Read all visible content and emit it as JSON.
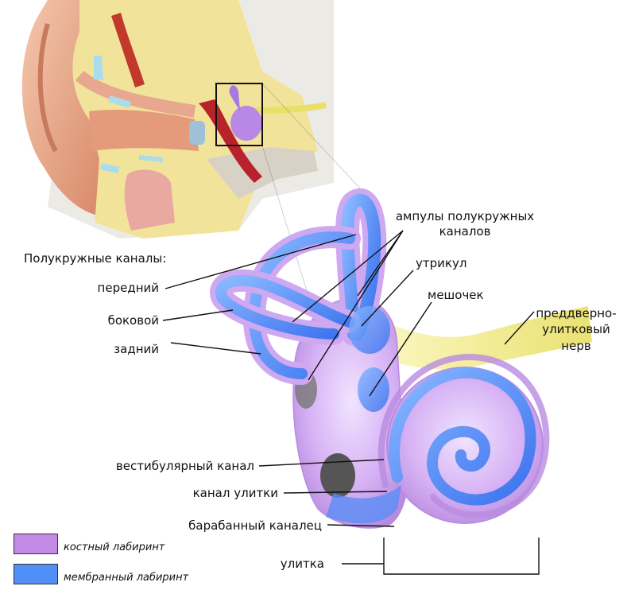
{
  "labels": {
    "group_title": "Полукружные каналы:",
    "anterior": "передний",
    "lateral": "боковой",
    "posterior": "задний",
    "ampullae_line1": "ампулы полукружных",
    "ampullae_line2": "каналов",
    "utricle": "утрикул",
    "saccule": "мешочек",
    "nerve_line1": "преддверно-",
    "nerve_line2": "улитковый",
    "nerve_line3": "нерв",
    "vestibular_canal": "вестибулярный канал",
    "cochlear_duct": "канал улитки",
    "tympanic_duct": "барабанный каналец",
    "cochlea": "улитка"
  },
  "legend": [
    {
      "label": "костный лабиринт",
      "color": "#c48be6"
    },
    {
      "label": "мембранный лабиринт",
      "color": "#4f8ff7"
    }
  ],
  "colors": {
    "bony": "#c48be6",
    "membranous": "#4f8ff7",
    "nerve": "#f3ef8a",
    "skin": "#e9a98a",
    "bone": "#f1e08a"
  }
}
